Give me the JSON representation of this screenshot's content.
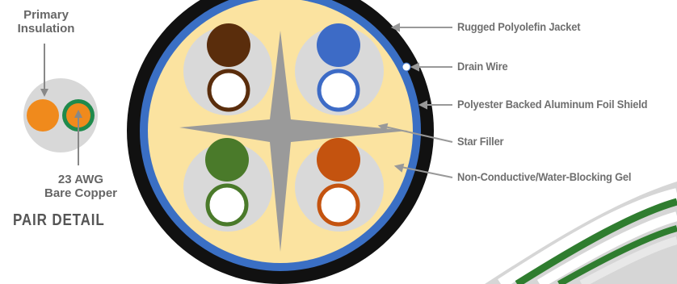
{
  "pair_detail": {
    "title": "PAIR  DETAIL",
    "primary_insulation": [
      "Primary",
      "Insulation"
    ],
    "conductor": [
      "23 AWG",
      "Bare Copper"
    ]
  },
  "callouts": [
    "Rugged Polyolefin Jacket",
    "Drain Wire",
    "Polyester Backed Aluminum Foil Shield",
    "Star Filler",
    "Non-Conductive/Water-Blocking Gel"
  ],
  "colors": {
    "jacket": "#111111",
    "shield": "#3a6fc4",
    "gel": "#fbe3a0",
    "filler": "#9a9a9a",
    "pair_bg": "#d9d9d9",
    "leader": "#999999",
    "pair_brown": "#5a2d0c",
    "pair_blue": "#3d6bc6",
    "pair_green": "#4a7a2a",
    "pair_orange": "#c4530f",
    "detail_orange": "#f08a1c",
    "detail_green": "#1f8a4c",
    "cable_green": "#2f7d2f"
  }
}
